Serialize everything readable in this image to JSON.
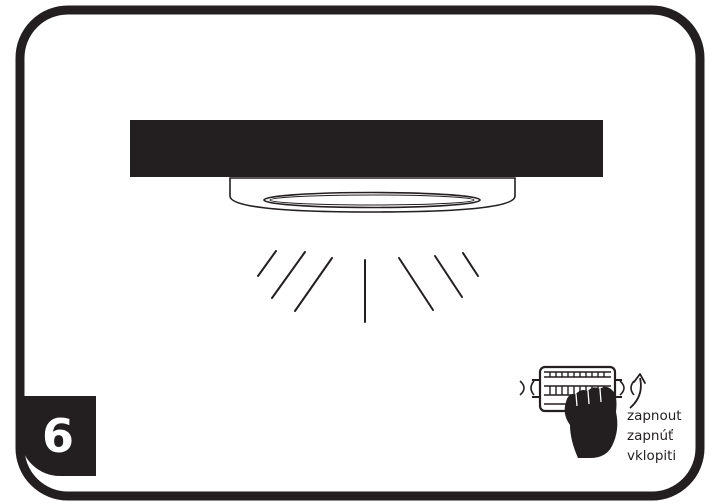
{
  "step": {
    "number": "6"
  },
  "switch_labels": [
    "zapnout",
    "zapnúť",
    "vklopiti"
  ],
  "colors": {
    "ink": "#231f20",
    "paper": "#ffffff"
  },
  "icons": {
    "ceiling": "ceiling-bar",
    "lamp": "ceiling-lamp-disc",
    "light": "light-rays",
    "switch": "wall-switch",
    "hand": "hand-pressing",
    "arrow": "curved-arrow-up"
  }
}
